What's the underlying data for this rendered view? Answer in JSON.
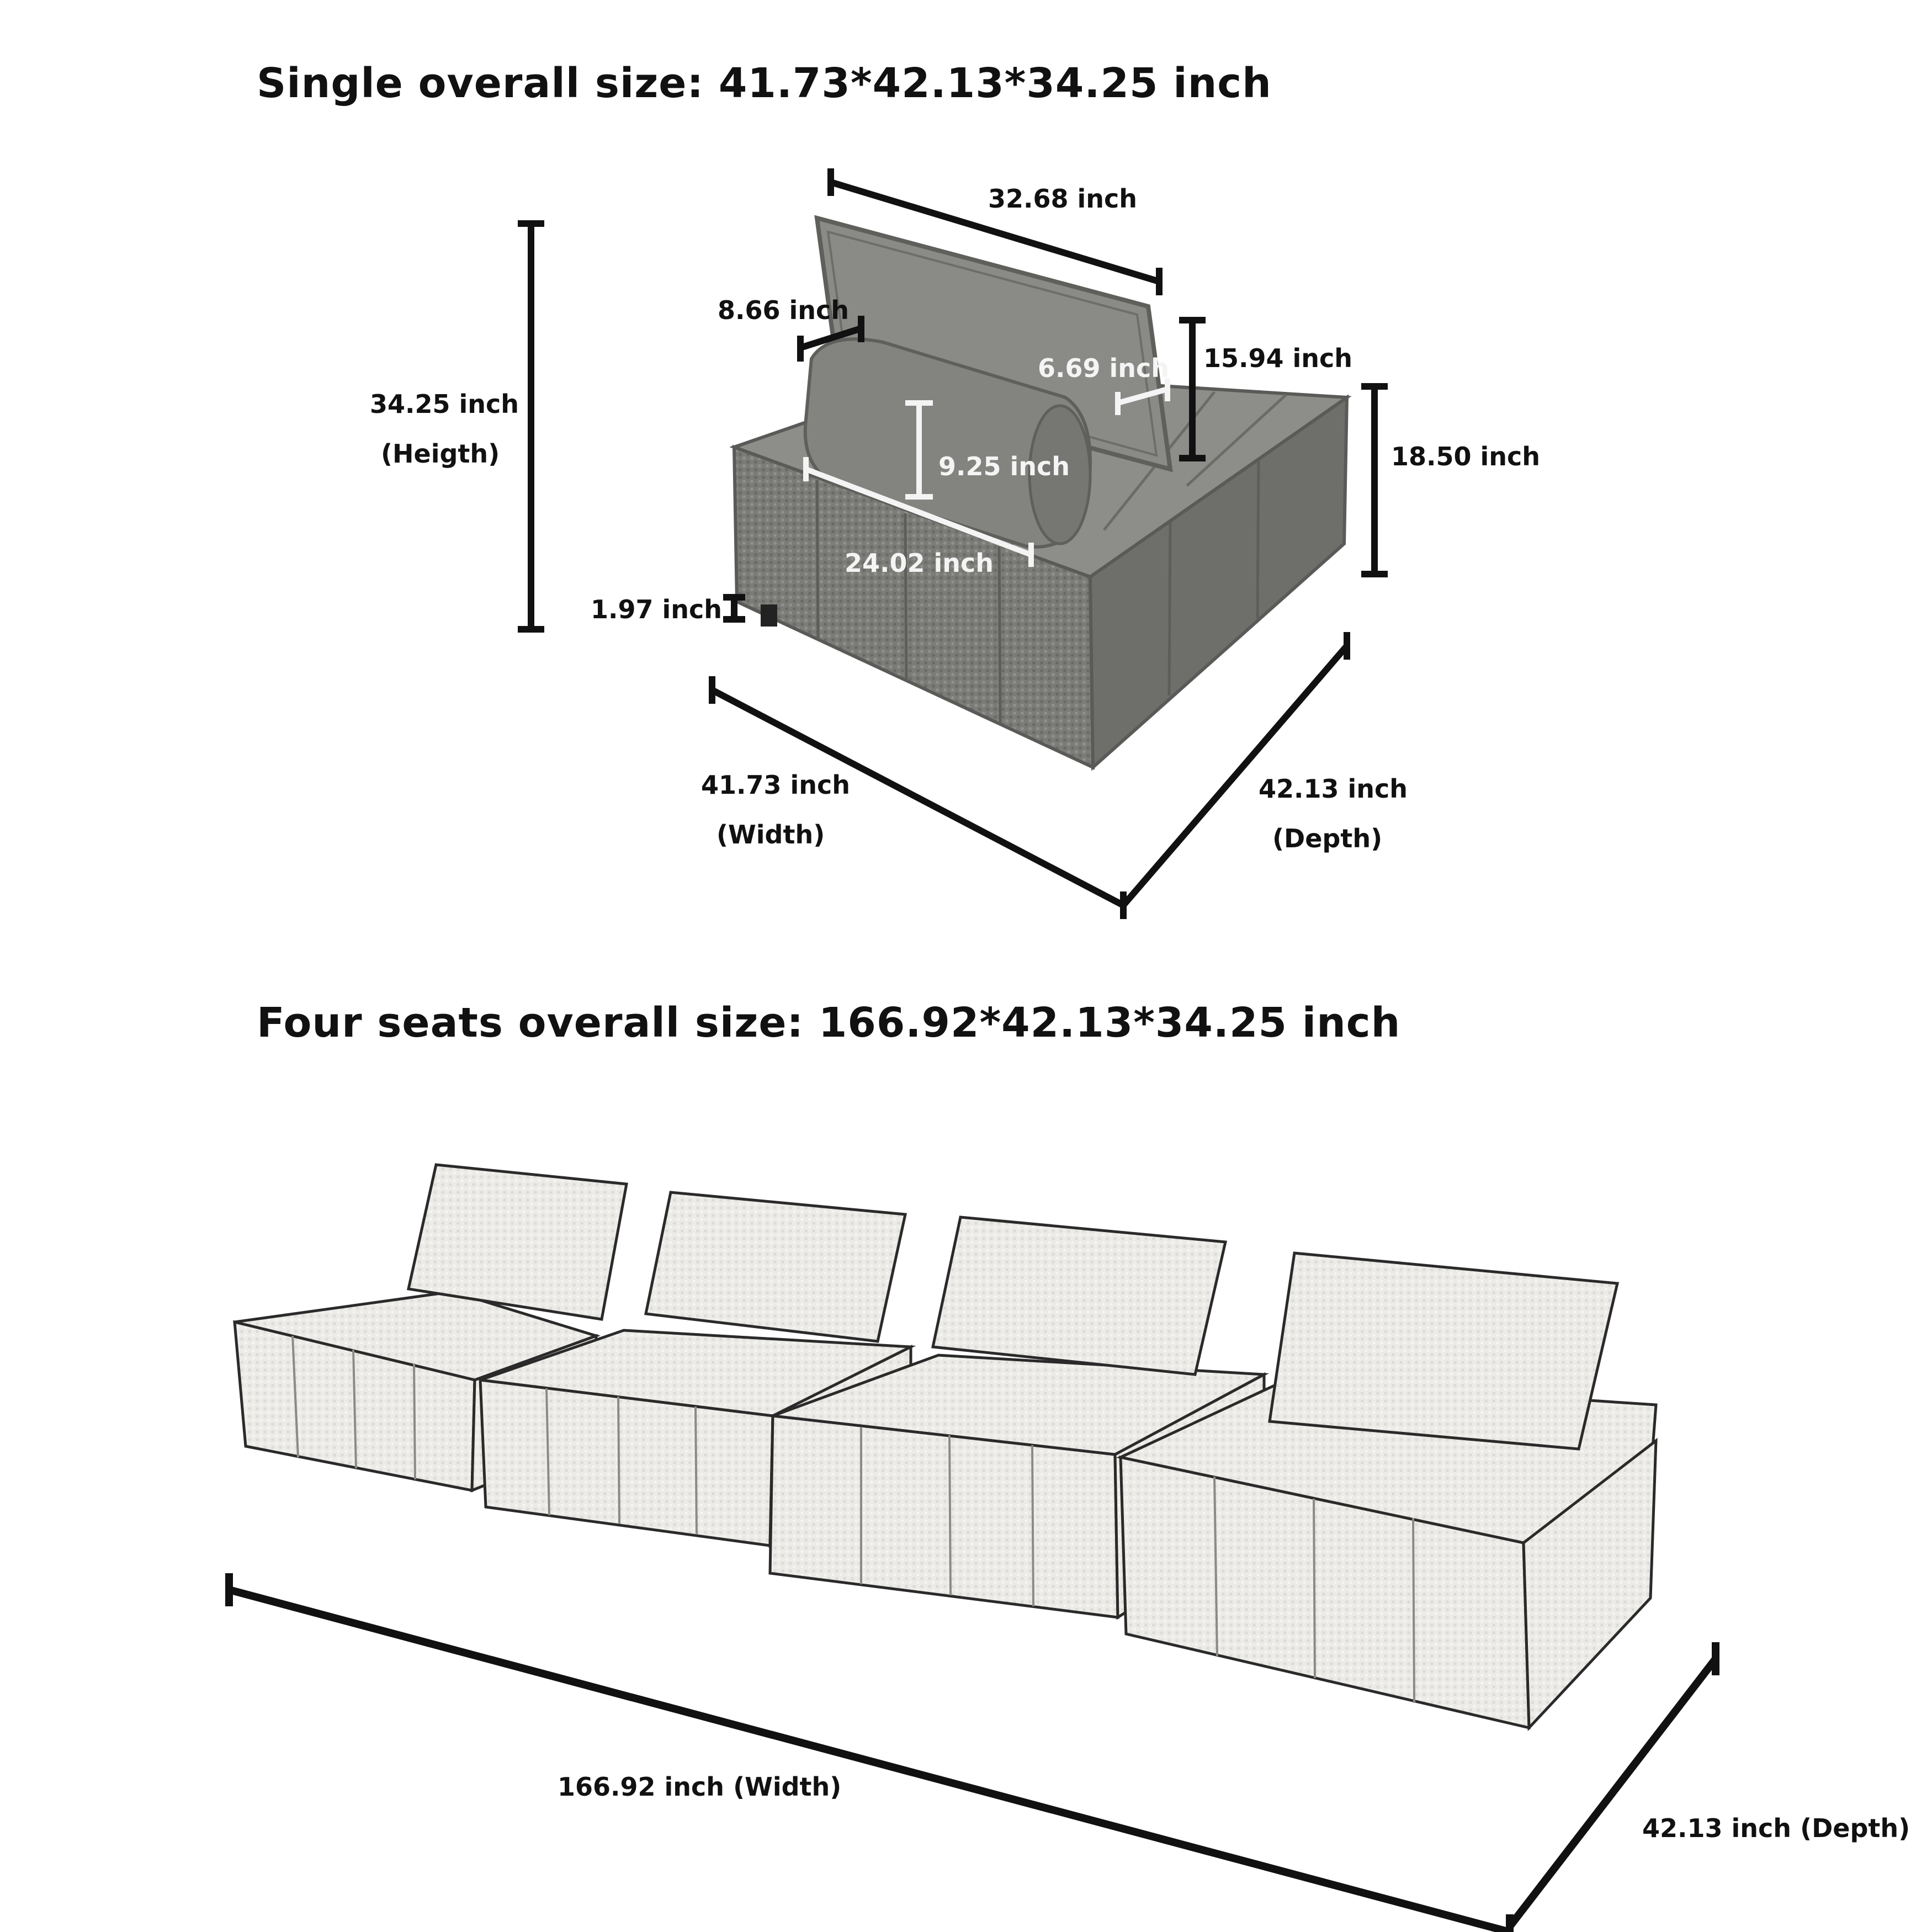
{
  "single_section": {
    "title": "Single overall size: 41.73*42.13*34.25 inch",
    "dims": {
      "back_cushion_width": "32.68 inch",
      "bolster_depth": "8.66 inch",
      "back_cushion_thickness": "6.69 inch",
      "back_cushion_height": "15.94 inch",
      "height_value": "34.25 inch",
      "height_label": "(Heigth)",
      "bolster_height": "9.25 inch",
      "seat_height": "18.50 inch",
      "bolster_length": "24.02 inch",
      "leg_height": "1.97 inch",
      "width_value": "41.73 inch",
      "width_label": "(Width)",
      "depth_value": "42.13 inch",
      "depth_label": "(Depth)"
    }
  },
  "four_section": {
    "title": "Four seats overall size: 166.92*42.13*34.25 inch",
    "dims": {
      "width": "166.92 inch (Width)",
      "depth": "42.13 inch (Depth)"
    }
  },
  "colors": {
    "fabric_dark": "#6f6f6d",
    "fabric_mid": "#8a8a87",
    "fabric_light": "#a3a3a0",
    "sketch_fill": "#ecebe8",
    "line": "#111111"
  }
}
